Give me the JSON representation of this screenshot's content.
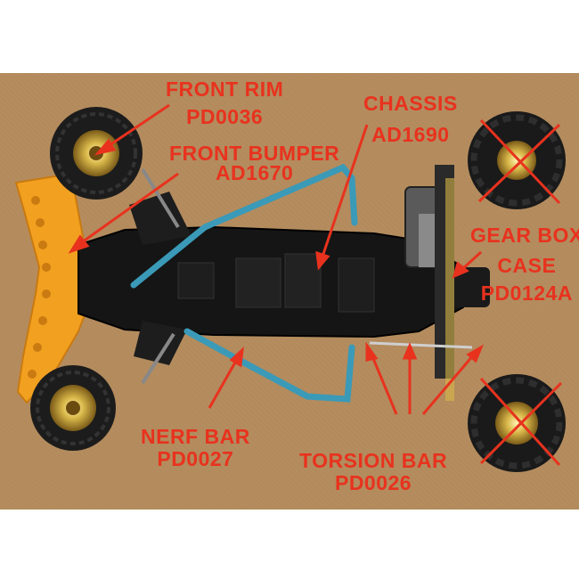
{
  "colors": {
    "label_red": "#e8321e",
    "cardboard": "#b48c5e",
    "nerf_bar_blue": "#3a9ab8",
    "bumper_orange": "#f2a020",
    "chassis_black": "#151515",
    "rim_gold": "#d9b84a"
  },
  "labels": {
    "front_rim": {
      "name": "FRONT RIM",
      "code": "PD0036"
    },
    "front_bumper": {
      "name": "FRONT BUMPER",
      "code": "AD1670"
    },
    "chassis": {
      "name": "CHASSIS",
      "code": "AD1690"
    },
    "gear_box": {
      "line1": "GEAR BOX",
      "line2": "CASE",
      "code": "PD0124A"
    },
    "nerf_bar": {
      "name": "NERF BAR",
      "code": "PD0027"
    },
    "torsion_bar": {
      "name": "TORSION BAR",
      "code": "PD0026"
    }
  }
}
